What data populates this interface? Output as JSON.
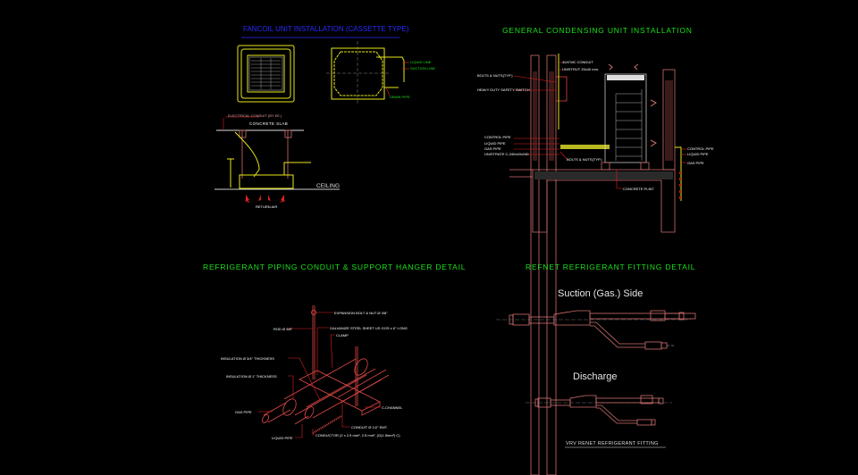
{
  "panels": {
    "fancoil": {
      "title": "FANCOIL UNIT INSTALLATION (CASSETTE TYPE)",
      "labels": {
        "liquid_line": "LIQUID LINE",
        "suction_line": "SUCTION LINE",
        "drain_pipe": "DRAIN PIPE",
        "electrical_conduit": "ELECTRICAL CONDUIT (BY EE.)",
        "concrete_slab": "CONCRETE SLAB",
        "ceiling": "CEILING",
        "return_air": "RETURN AIR"
      }
    },
    "condensing": {
      "title": "GENERAL    CONDENSING    UNIT    INSTALLATION",
      "labels": {
        "conduit": "40/4\"MC CONDUIT",
        "unistrut": "UNISTRUT 25x40 mm.",
        "bolts_nuts_top": "BOLTS & NUTS(TYP.)",
        "safety_switch": "HEAVY DUTY SAFETY SWITCH",
        "control_pipe_left": "CONTROL PIPE",
        "liquid_pipe_left": "LIQUID PIPE",
        "gas_pipe_left": "GAS PIPE",
        "unistrate": "UNISTRATE C-240x40x240",
        "bolts_nuts_bottom": "BOLTS & NUTS(TYP.)",
        "control_pipe_right": "CONTROL PIPE",
        "liquid_pipe_right": "LIQUID PIPE",
        "gas_pipe_right": "GAS PIPE",
        "concrete_plint": "CONCRETE PLINT"
      }
    },
    "hanger": {
      "title": "REFRIGERANT  PIPING  CONDUIT  &  SUPPORT  HANGER   DETAIL",
      "labels": {
        "expansion_bolt": "EXPANSION BOLT & NUT Ø 3/8\"",
        "rod": "ROD Ø 3/8\"",
        "galvanize": "GALVANIZE STEEL SHEET US GOS x 6\" LONG",
        "clamp": "CLAMP",
        "insulation_34": "INSULATION Ø 3/4\" THICKNESS",
        "insulation_1": "INSULATION Ø 1\" THICKNESS",
        "gas_pipe": "GAS PIPE",
        "c_channel": "C-CHANNEL",
        "conduit": "CONDUIT Ø 1/2\" EMT.",
        "liquid_pipe": "LIQUID PIPE",
        "conductor": "CONDUCTOR (2 x 2.5 mm², 2.5 mm², (G)1.5mm²) C)"
      }
    },
    "refnet": {
      "title": "REFNET  REFRIGERANT  FITTING  DETAIL",
      "suction": "Suction (Gas.) Side",
      "discharge": "Discharge",
      "caption": "VRV RENET REFRIGERANT FITTING"
    }
  }
}
